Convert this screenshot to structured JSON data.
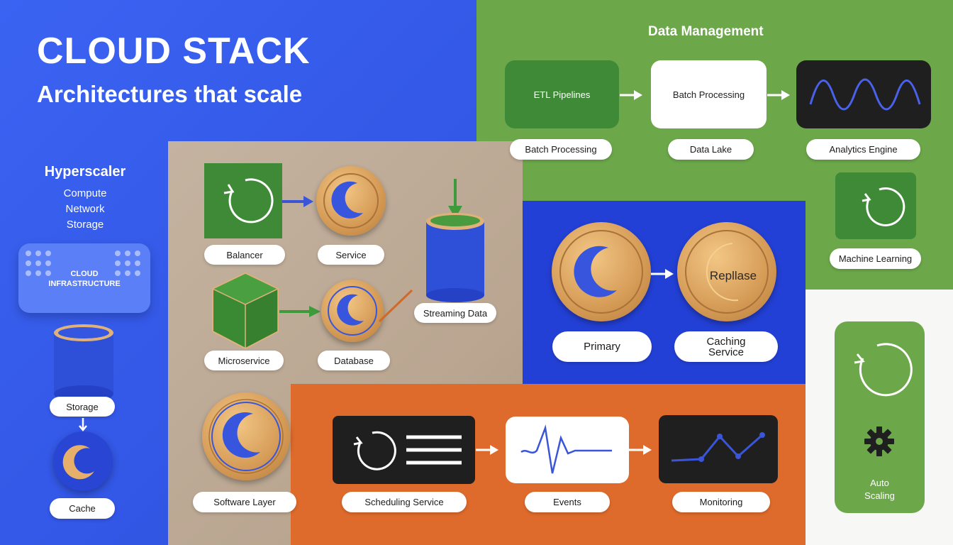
{
  "header": {
    "title": "CLOUD STACK",
    "subtitle": "Architectures that scale"
  },
  "hyperscaler": {
    "title": "Hyperscaler",
    "items": [
      "Compute",
      "Network",
      "Storage"
    ],
    "card_label_1": "CLOUD",
    "card_label_2": "INFRASTRUCTURE"
  },
  "left_column": {
    "storage": "Storage",
    "cache": "Cache"
  },
  "middle": {
    "balancer": "Balancer",
    "service": "Service",
    "microservice": "Microservice",
    "database": "Database",
    "streaming_data": "Streaming Data",
    "software_layer": "Software Layer"
  },
  "data_management": {
    "title": "Data Management",
    "etl": "ETL Pipelines",
    "batch_box": "Batch Processing",
    "batch_pill": "Batch Processing",
    "data_lake": "Data Lake",
    "analytics": "Analytics Engine",
    "ml": "Machine Learning"
  },
  "replica": {
    "primary": "Primary",
    "replace_label": "Repllase",
    "caching_1": "Caching",
    "caching_2": "Service"
  },
  "bottom": {
    "scheduling": "Scheduling Service",
    "events": "Events",
    "monitoring": "Monitoring"
  },
  "autoscaling": {
    "label_1": "Auto",
    "label_2": "Scaling"
  },
  "colors": {
    "blue": "#3b63f2",
    "green": "#6ca84a",
    "dark_green": "#3e8a36",
    "navy": "#2340d6",
    "orange": "#de6b2c",
    "gold": "#d9a05a"
  }
}
